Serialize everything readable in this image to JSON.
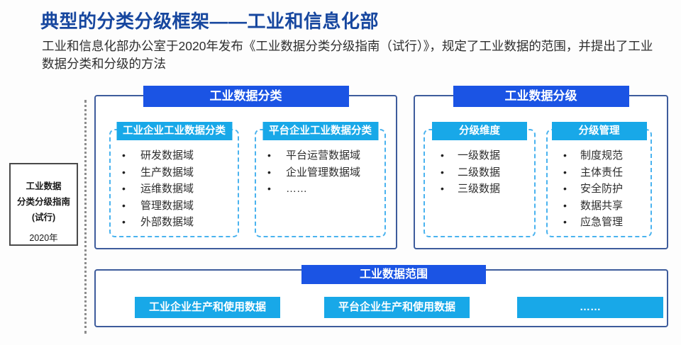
{
  "page": {
    "title": "典型的分类分级框架——工业和信息化部",
    "subtitle": "工业和信息化部办公室于2020年发布《工业数据分类分级指南（试行）》，规定了工业数据的范围，并提出了工业数据分类和分级的方法"
  },
  "colors": {
    "title_blue": "#17479F",
    "primary_blue": "#1B54E4",
    "cyan": "#18A8E8",
    "panel_border": "#3E5C9C",
    "dashed_border": "#4AB3EF",
    "text_dark": "#2E2E2E",
    "doc_border": "#4A4A4A",
    "divider_gray": "#8C8C8C"
  },
  "source_doc": {
    "line1": "工业数据",
    "line2": "分类分级指南",
    "line3": "(试行)",
    "year": "2020年"
  },
  "classification": {
    "title": "工业数据分类",
    "groups": [
      {
        "title": "工业企业工业数据分类",
        "items": [
          "研发数据域",
          "生产数据域",
          "运维数据域",
          "管理数据域",
          "外部数据域"
        ]
      },
      {
        "title": "平台企业工业数据分类",
        "items": [
          "平台运营数据域",
          "企业管理数据域",
          "……"
        ]
      }
    ]
  },
  "grading": {
    "title": "工业数据分级",
    "groups": [
      {
        "title": "分级维度",
        "items": [
          "一级数据",
          "二级数据",
          "三级数据"
        ]
      },
      {
        "title": "分级管理",
        "items": [
          "制度规范",
          "主体责任",
          "安全防护",
          "数据共享",
          "应急管理"
        ]
      }
    ]
  },
  "scope": {
    "title": "工业数据范围",
    "items": [
      "工业企业生产和使用数据",
      "平台企业生产和使用数据",
      "……"
    ]
  }
}
